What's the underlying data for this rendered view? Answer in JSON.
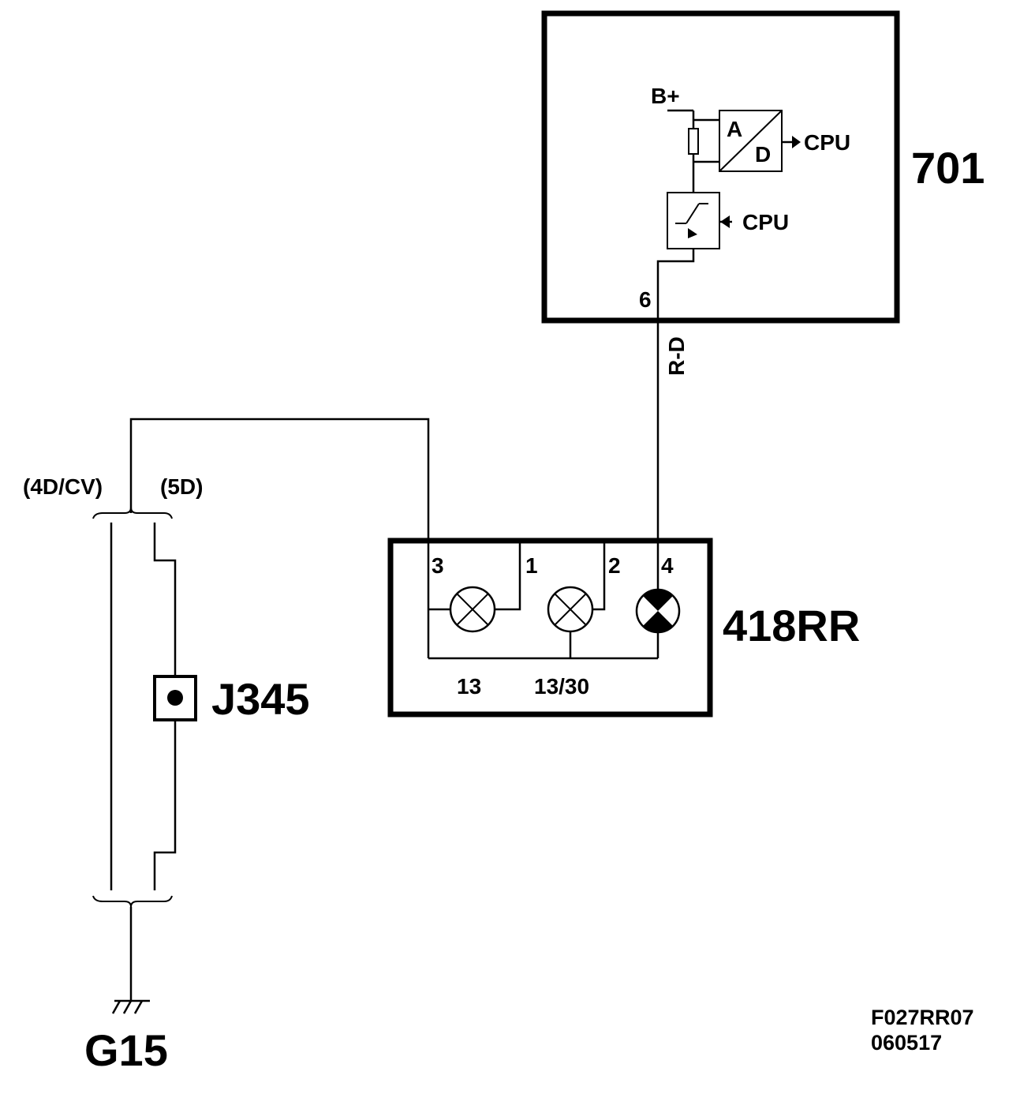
{
  "components": {
    "control_module": {
      "id": "701"
    },
    "lamp_unit": {
      "id": "418RR"
    },
    "splice": {
      "id": "J345"
    },
    "ground": {
      "id": "G15"
    }
  },
  "module_internals": {
    "supply_label": "B+",
    "adc_top": "A",
    "adc_bottom": "D",
    "cpu_out_label": "CPU",
    "cpu_in_label": "CPU"
  },
  "pins": {
    "module_pin": "6",
    "lamp_pin_3": "3",
    "lamp_pin_1": "1",
    "lamp_pin_2": "2",
    "lamp_pin_4": "4",
    "lamp_bottom_13": "13",
    "lamp_bottom_13_30": "13/30"
  },
  "wire_color": "R-D",
  "variants": {
    "left": "(4D/CV)",
    "right": "(5D)"
  },
  "drawing_code": {
    "line1": "F027RR07",
    "line2": "060517"
  }
}
